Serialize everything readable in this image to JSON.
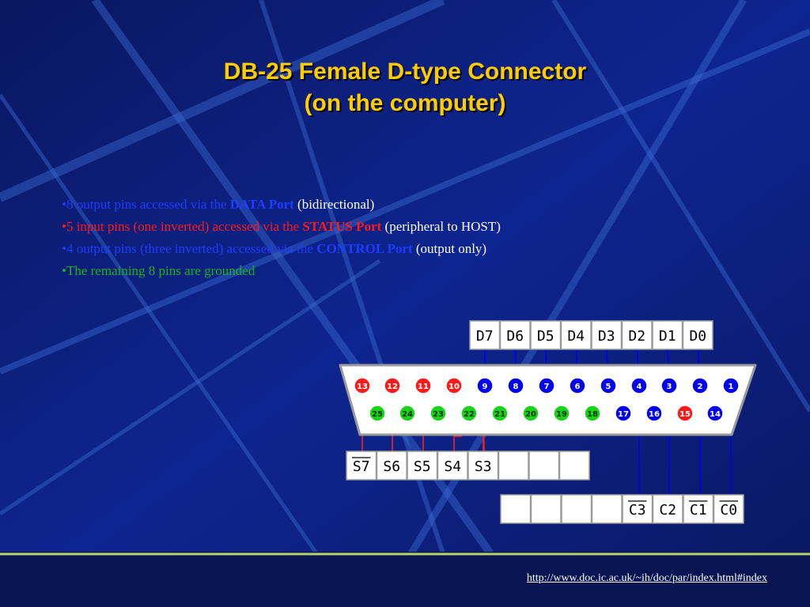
{
  "title_line1": "DB-25 Female D-type Connector",
  "title_line2": "(on the computer)",
  "bullets": [
    {
      "bullet": "•",
      "a": "8 output pins accessed via the ",
      "b": "DATA Port",
      "c": "  (bidirectional)"
    },
    {
      "bullet": "•",
      "a": "5 input pins (one inverted) accessed via the ",
      "b": "STATUS Port",
      "c": " (peripheral to HOST)"
    },
    {
      "bullet": "•",
      "a": "4 output pins (three inverted) accessed via the ",
      "b": "CONTROL Port",
      "c": "  (output only)"
    },
    {
      "bullet": "•",
      "a": "The remaining 8 pins are grounded"
    }
  ],
  "data_labels": [
    "D7",
    "D6",
    "D5",
    "D4",
    "D3",
    "D2",
    "D1",
    "D0"
  ],
  "status_labels": [
    "S7",
    "S6",
    "S5",
    "S4",
    "S3",
    "",
    "",
    ""
  ],
  "control_labels": [
    "",
    "",
    "",
    "",
    "C3",
    "C2",
    "C1",
    "C0"
  ],
  "top_pins": [
    "13",
    "12",
    "11",
    "10",
    "9",
    "8",
    "7",
    "6",
    "5",
    "4",
    "3",
    "2",
    "1"
  ],
  "bottom_pins": [
    "25",
    "24",
    "23",
    "22",
    "21",
    "20",
    "19",
    "18",
    "17",
    "16",
    "15",
    "14"
  ],
  "colors": {
    "data": "#0000ee",
    "status": "#ff1a1a",
    "control": "#0000ee",
    "ground": "#19d219",
    "title": "#ffcc00"
  },
  "footer_url": "http://www.doc.ic.ac.uk/~ih/doc/par/index.html#index"
}
